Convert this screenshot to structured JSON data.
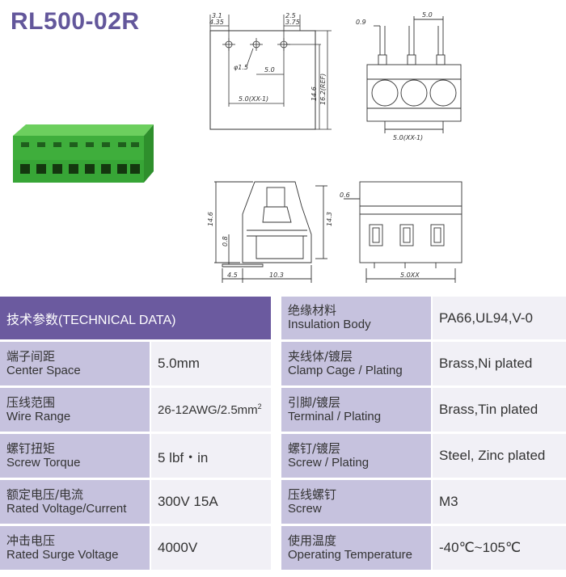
{
  "title": "RL500-02R",
  "drawing": {
    "top_left": {
      "d1": "3.1",
      "d2": "4.35",
      "d3": "2.5",
      "d4": "3.75",
      "hole": "φ1.5",
      "pitch": "5.0",
      "span": "5.0(XX-1)",
      "h1": "14.6",
      "h2": "16.2(REF)"
    },
    "top_right": {
      "d1": "0.9",
      "pitch": "5.0",
      "span": "5.0(XX-1)"
    },
    "bottom_left": {
      "h1": "14.6",
      "h2": "14.3",
      "d1": "0.8",
      "w1": "4.5",
      "w2": "10.3"
    },
    "bottom_right": {
      "d1": "0.6",
      "span": "5.0XX"
    }
  },
  "table": {
    "header": {
      "cn": "技术参数",
      "en": "(TECHNICAL DATA)"
    },
    "left": [
      {
        "cn": "端子间距",
        "en": "Center Space",
        "value": "5.0mm"
      },
      {
        "cn": "压线范围",
        "en": "Wire Range",
        "value": "26-12AWG/2.5mm",
        "sup": "2"
      },
      {
        "cn": "螺钉扭矩",
        "en": "Screw Torque",
        "value": "5 lbf・in"
      },
      {
        "cn": "额定电压/电流",
        "en": "Rated Voltage/Current",
        "value": "300V 15A"
      },
      {
        "cn": "冲击电压",
        "en": "Rated Surge Voltage",
        "value": "4000V"
      }
    ],
    "right": [
      {
        "cn": "绝缘材料",
        "en": "Insulation Body",
        "value": "PA66,UL94,V-0"
      },
      {
        "cn": "夹线体/镀层",
        "en": "Clamp Cage / Plating",
        "value": "Brass,Ni plated"
      },
      {
        "cn": "引脚/镀层",
        "en": "Terminal / Plating",
        "value": "Brass,Tin plated"
      },
      {
        "cn": "螺钉/镀层",
        "en": "Screw / Plating",
        "value": "Steel, Zinc plated"
      },
      {
        "cn": "压线螺钉",
        "en": "Screw",
        "value": "M3"
      },
      {
        "cn": "使用温度",
        "en": "Operating Temperature",
        "value": "-40℃~105℃"
      }
    ]
  }
}
